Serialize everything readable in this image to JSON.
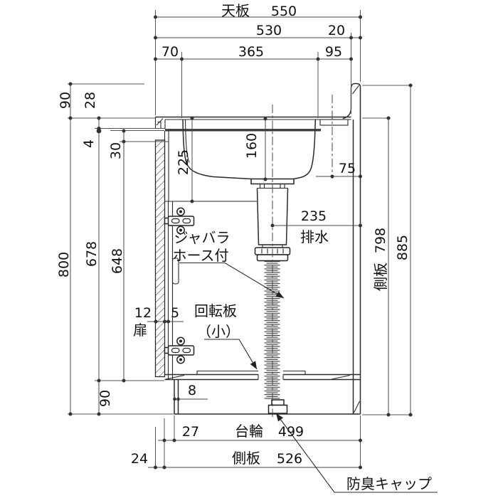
{
  "top": {
    "tenban": "天板",
    "v550": "550",
    "v530": "530",
    "v20": "20",
    "v70": "70",
    "v365": "365",
    "v95": "95"
  },
  "left": {
    "v90_top": "90",
    "v28": "28",
    "v4": "4",
    "v30": "30",
    "v800": "800",
    "v678": "678",
    "v648": "648",
    "v90_bottom": "90"
  },
  "door": {
    "v12": "12",
    "tobira": "扉",
    "v5": "5"
  },
  "sink": {
    "v225": "225",
    "v160": "160",
    "v75": "75",
    "v235": "235",
    "haisui": "排水"
  },
  "hose_label": {
    "line1": "ジャバラ",
    "line2": "ホース付"
  },
  "board_label": {
    "line1": "回転板",
    "line2": "（小）"
  },
  "right": {
    "sokuban": "側板",
    "v798": "798",
    "v885": "885"
  },
  "bottom": {
    "v8": "8",
    "v27": "27",
    "daiwa": "台輪",
    "v499": "499",
    "v24": "24",
    "sokuban": "側板",
    "v526": "526",
    "cap": "防臭キャップ"
  }
}
